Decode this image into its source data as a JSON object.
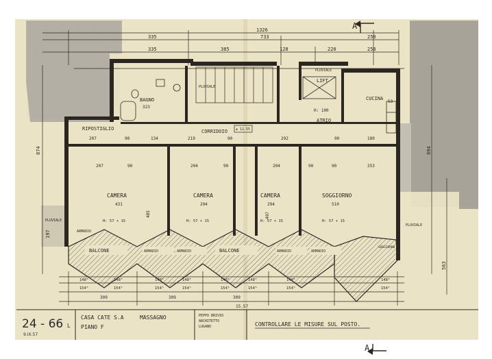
{
  "title_block": {
    "drawing_number": "24 - 66",
    "drawing_suffix": "L",
    "date": "9.IX.57",
    "client": "CASA CATE S.A",
    "location": "MASSAGNO",
    "floor": "PIANO F",
    "architect_name": "PEPPO BRIVIO",
    "architect_title": "ARCHITETTO",
    "architect_city": "LUGANO",
    "note": "CONTROLLARE LE MISURE SUL POSTO."
  },
  "section_marker": {
    "left": "A",
    "right": "A"
  },
  "rooms": {
    "bagno": "BAGNO",
    "ripostiglio": "RIPOSTIGLIO",
    "corridoio": "CORRIDOIO",
    "lift": "LIFT",
    "atrio": "ATRIO",
    "cucina": "CUCINA",
    "camera_1": "CAMERA",
    "camera_2": "CAMERA",
    "camera_3": "CAMERA",
    "soggiorno": "SOGGIORNO",
    "balcone_1": "BALCONE",
    "balcone_2": "BALCONE",
    "armadio_1": "ARMADIO",
    "armadio_2": "ARMADIO",
    "armadio_3": "ARMADIO",
    "armadio_4": "ARMADIO",
    "armadio_5": "ARMADIO",
    "pluviale_1": "PLUVIALE",
    "pluviale_2": "PLUVIALE",
    "pluviale_3": "PLUVIALE",
    "pluviale_4": "PLUVIALE",
    "soggiorno_small": "SOGGIORNO"
  },
  "dimensions": {
    "top_total": "1326",
    "top_1": "335",
    "top_2": "733",
    "top_3": "258",
    "top2_1": "335",
    "top2_2": "385",
    "top2_3": "128",
    "top2_4": "220",
    "top2_5": "258",
    "room_bagno": "323",
    "corr_1": "207",
    "corr_2": "90",
    "corr_3": "134",
    "corr_4": "219",
    "corr_5": "90",
    "corr_6": "292",
    "corr_7": "90",
    "corr_8": "180",
    "row_1": "207",
    "row_2": "90",
    "row_3": "204",
    "row_4": "90",
    "row_5": "204",
    "row_6": "90",
    "row_7": "90",
    "row_8": "253",
    "camera_1_w": "431",
    "camera_2_w": "294",
    "camera_3_w": "294",
    "soggiorno_w": "510",
    "h_1": "H: 57 + 15",
    "h_2": "H: 57 + 15",
    "h_3": "H: 57 + 15",
    "h_4": "H: 57 + 15",
    "atrio_h": "H: 100",
    "corridor_tag": "± 12.55",
    "bottom_148_1": "148⁵",
    "bottom_148_2": "148⁵",
    "bottom_148_3": "148⁵",
    "bottom_148_4": "148⁵",
    "bottom_148_5": "148⁵",
    "bottom_148_6": "148⁵",
    "bottom_148_7": "148⁵",
    "bottom_148_8": "148⁵",
    "bottom_154_1": "154⁵",
    "bottom_154_2": "154⁵",
    "bottom_154_3": "154⁵",
    "bottom_154_4": "154⁵",
    "bottom_154_5": "154⁵",
    "bottom_154_6": "154⁵",
    "bottom_154_7": "154⁵",
    "bottom_154_8": "154⁵",
    "bottom_309_1": "309",
    "bottom_309_2": "309",
    "bottom_309_3": "309",
    "bottom_total": "15.57",
    "left_total": "874",
    "right_total": "894",
    "right_563": "563",
    "left_197": "197",
    "left_485": "485",
    "left_497": "497",
    "cucina_dim": "53"
  },
  "colors": {
    "paper": "#ebe3c6",
    "paper_dark": "#d9cfae",
    "ink": "#2b2620",
    "hatch": "#5a5249",
    "background": "#ffffff",
    "gray_shade": "#a9a49a"
  }
}
